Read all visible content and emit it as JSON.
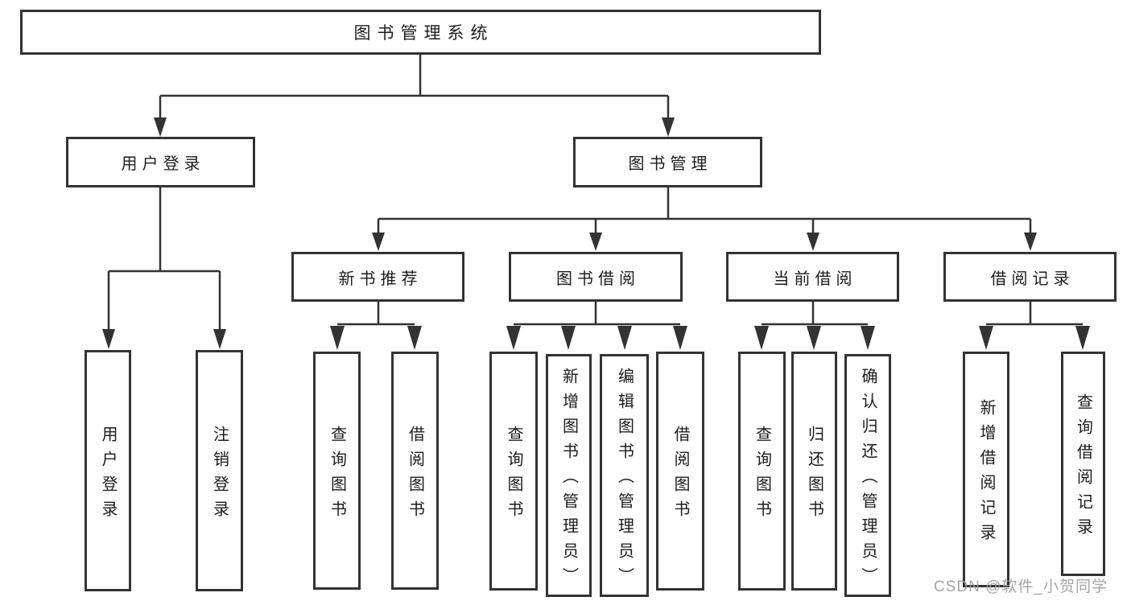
{
  "colors": {
    "background": "#ffffff",
    "line_color": "#333333",
    "box_border_color": "#333333",
    "text_color": "#1c1c1c",
    "watermark_color": "#9e9e9e"
  },
  "diagram": {
    "root": {
      "label": "图书管理系统"
    },
    "level2": {
      "user_login": {
        "label": "用户登录"
      },
      "book_management": {
        "label": "图书管理"
      }
    },
    "level3": {
      "new_book_recommend": {
        "label": "新书推荐"
      },
      "book_borrowing": {
        "label": "图书借阅"
      },
      "current_borrowing": {
        "label": "当前借阅"
      },
      "borrow_records": {
        "label": "借阅记录"
      }
    },
    "leaves": {
      "user_login": [
        "用户登录",
        "注销登录"
      ],
      "new_book_recommend": [
        "查询图书",
        "借阅图书"
      ],
      "book_borrowing": [
        "查询图书",
        "新增图书（管理员）",
        "编辑图书（管理员）",
        "借阅图书"
      ],
      "current_borrowing": [
        "查询图书",
        "归还图书",
        "确认归还（管理员）"
      ],
      "borrow_records": [
        "新增借阅记录",
        "查询借阅记录"
      ]
    }
  },
  "watermark": {
    "text": "CSDN @软件_小贺同学"
  }
}
